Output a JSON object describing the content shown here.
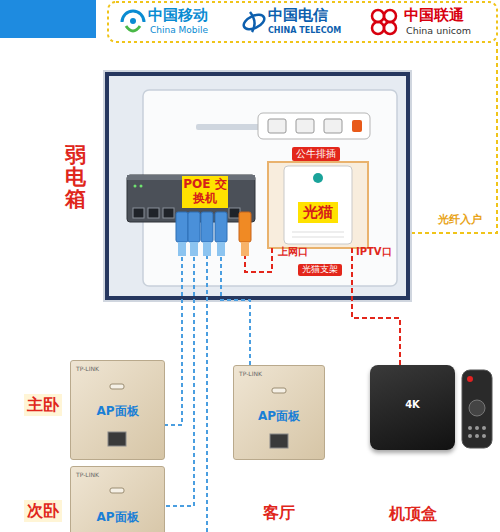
{
  "diagram": {
    "nodes": [
      {
        "text": [
          "弱电箱"
        ]
      },
      {
        "text": [
          "公牛排插"
        ],
        "in": 0
      },
      {
        "text": [
          "POE 交换机"
        ],
        "in": 0
      },
      {
        "text": [
          "光猫"
        ],
        "in": 0
      },
      {
        "text": [
          "主卧",
          "TP-LINK",
          "AP面板"
        ]
      },
      {
        "text": [
          "TP-LINK",
          "AP面板",
          "客厅"
        ]
      },
      {
        "text": [
          "4K",
          "机顶盒"
        ]
      },
      {
        "text": [
          "次卧",
          "TP-LINK",
          "AP面板"
        ]
      }
    ],
    "edges": [
      {
        "from": 2,
        "to": 4,
        "arrow": "none"
      },
      {
        "from": 2,
        "to": 5,
        "arrow": "none"
      },
      {
        "from": 2,
        "to": 7,
        "arrow": "none"
      },
      {
        "from": 2,
        "to": 3,
        "arrow": "none"
      },
      {
        "from": 3,
        "to": 6,
        "arrow": "none"
      }
    ],
    "labels": [
      "中国移动",
      "China Mobile",
      "中国电信",
      "CHINA TELECOM",
      "中国联通",
      "China unicom",
      "上网口",
      "IPTV口",
      "光猫支架",
      "光纤入户"
    ]
  }
}
